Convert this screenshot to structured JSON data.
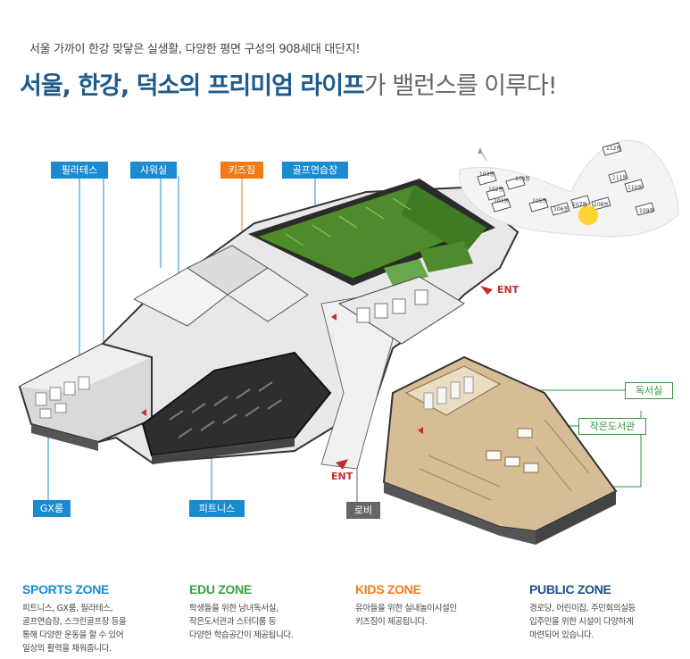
{
  "header": {
    "subtitle": "서울 가까이 한강 맞닿은 실생활, 다양한 평면 구성의 908세대 대단지!",
    "headline_strong": "서울, 한강, 덕소의 프리미엄 라이프",
    "headline_light": "가 밸런스를 이루다!"
  },
  "labels": {
    "pilates": "필라테스",
    "shower": "샤워실",
    "kids_gym": "키즈짐",
    "golf": "골프연습장",
    "reading_room": "독서실",
    "small_library": "작은도서관",
    "gx_room": "GX룸",
    "fitness": "피트니스",
    "lobby": "로비",
    "ent_right": "ENT",
    "ent_bottom": "ENT"
  },
  "site_map": {
    "buildings": [
      "103동",
      "104동",
      "102동",
      "101동",
      "105동",
      "106동",
      "107동",
      "108동",
      "112동",
      "111동",
      "110동",
      "109동"
    ]
  },
  "zones": [
    {
      "title": "SPORTS ZONE",
      "color": "#1a8bd0",
      "desc": "피트니스, GX룸, 필라테스,\n골프연습장, 스크린골프장 등을\n통해 다양한 운동을 할 수 있어\n일상의 활력을 채워줍니다."
    },
    {
      "title": "EDU ZONE",
      "color": "#3aa13b",
      "desc": "학생들을 위한 남녀독서실,\n작은도서관과 스터디룸 등\n다양한 학습공간이 제공됩니다."
    },
    {
      "title": "KIDS ZONE",
      "color": "#f07b16",
      "desc": "유아들을 위한 실내놀이시설인\n키즈짐이 제공됩니다."
    },
    {
      "title": "PUBLIC ZONE",
      "color": "#1e4f86",
      "desc": "경로당, 어린이집, 주민회의실등\n입주민을 위한 시설이 다양하게\n마련되어 있습니다."
    }
  ],
  "colors": {
    "sports": "#1a8bd0",
    "edu": "#3aa13b",
    "kids": "#f07b16",
    "public": "#1e4f86",
    "brand": "#1e5a8c"
  }
}
